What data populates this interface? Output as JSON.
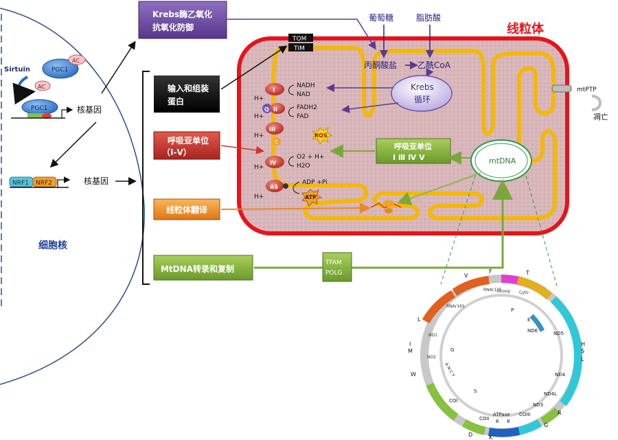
{
  "nucleus": {
    "label": "细胞核",
    "sirtuin": "Sirtuin",
    "pgc1_top": "PGC1",
    "ac_top": "AC",
    "ac_free": "AC",
    "pgc1_gene": "PGC1",
    "nuclear_gene_1": "核基因",
    "nrf1": "NRF1",
    "nrf2": "NRF2",
    "nuclear_gene_2": "核基因"
  },
  "boxes": {
    "krebs_antioxidant": [
      "Krebs酶乙氧化",
      "抗氧化防御"
    ],
    "import_assembly": [
      "输入和组装",
      "蛋白"
    ],
    "resp_subunit_left": [
      "呼吸亚单位",
      "（Ⅰ-Ⅴ）"
    ],
    "mito_translation": "线粒体翻译",
    "mtdna_replication": "MtDNA转录和复制",
    "resp_subunit_right": [
      "呼吸亚单位",
      "Ⅰ Ⅲ Ⅳ Ⅴ"
    ],
    "tfam_polg": [
      "TFAM",
      "POLG"
    ]
  },
  "mitochondrion": {
    "title": "线粒体",
    "tom": "TOM",
    "tim": "TIM",
    "glucose": "葡萄糖",
    "fatty_acid": "脂肪酸",
    "pyruvate": "丙酮酸盐",
    "acetyl_coa": "乙酰CoA",
    "krebs_cycle": [
      "Krebs",
      "循环"
    ],
    "mtdna": "mtDNA",
    "ros": "ROS",
    "mtptp": "mtPTP",
    "death": "凋亡",
    "complexes": {
      "c1": "I",
      "q": "Q",
      "c2": "II",
      "c3": "III",
      "c": "C",
      "c4": "IV",
      "c5": "AS"
    },
    "h_plus": "H+",
    "nadh": "NADH",
    "nad": "NAD",
    "fadh2": "FADH2",
    "fad": "FAD",
    "o2": "O2 + H+",
    "h2o": "H2O",
    "adp": "ADP +Pi",
    "atp": "ATP"
  },
  "mtdna_map": {
    "outer_labels": [
      "F",
      "T",
      "V",
      "L",
      "I",
      "M",
      "W",
      "D",
      "K",
      "G",
      "R",
      "H",
      "S",
      "L"
    ],
    "outer_inner_labels": [
      "RNAr12S",
      "DLoop",
      "Cyto",
      "RNAr16S",
      "ND1",
      "ND2",
      "ND5",
      "ND4",
      "ND4L",
      "ND3",
      "COIII",
      "ATPase",
      "6",
      "8",
      "COII",
      "COI",
      "ND6"
    ],
    "inner_labels": [
      "P",
      "E",
      "G",
      "A N C Y",
      "S"
    ]
  },
  "colors": {
    "red_membrane": "#e8131a",
    "yellow_membrane": "#f5b800",
    "matrix": "#d9bcc0",
    "green_box": "#86b43c",
    "purple_box": "#6e4fa0",
    "red_box": "#c0302c",
    "orange_box": "#f08a1e",
    "black_box": "#111111"
  }
}
